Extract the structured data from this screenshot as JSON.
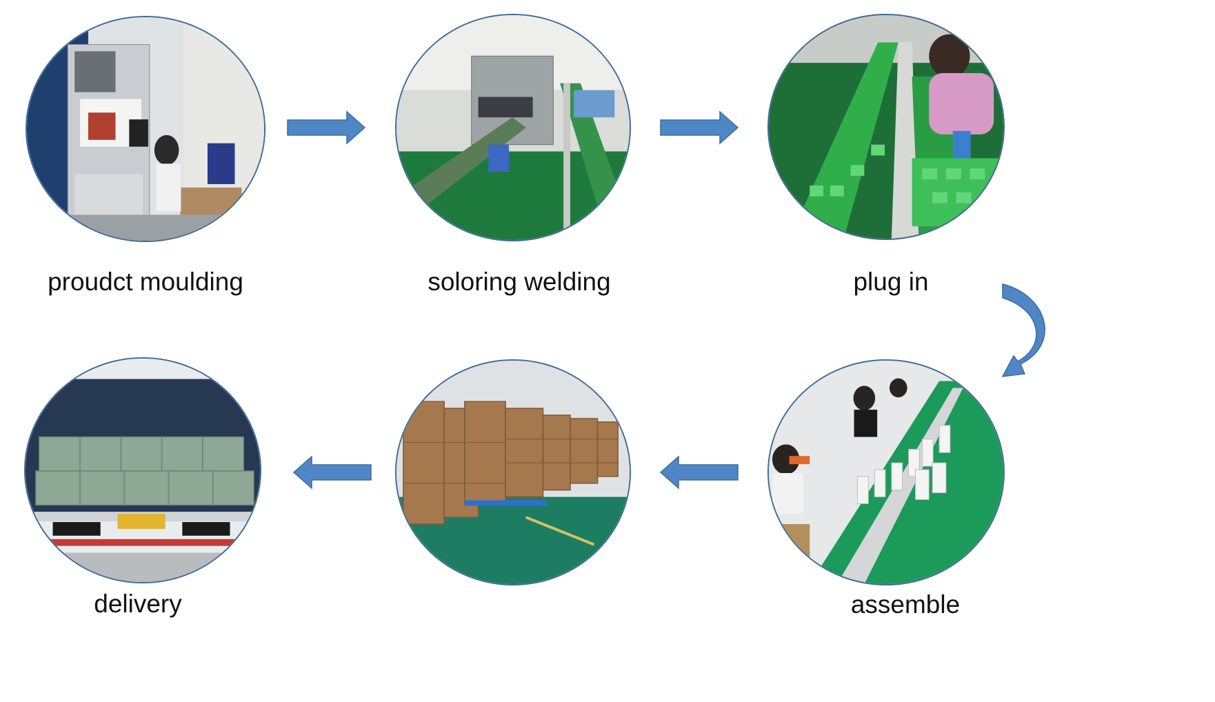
{
  "steps": [
    {
      "label": "proudct moulding",
      "photo_icon": "factory-machine-photo"
    },
    {
      "label": "soloring welding",
      "photo_icon": "soldering-line-photo"
    },
    {
      "label": "plug in",
      "photo_icon": "pcb-assembly-line-photo"
    },
    {
      "label": "assemble",
      "photo_icon": "assembly-workers-photo"
    },
    {
      "label": "",
      "photo_icon": "warehouse-boxes-photo"
    },
    {
      "label": "delivery",
      "photo_icon": "truck-loaded-photo"
    }
  ],
  "colors": {
    "arrow": "#4f86c6",
    "circle_border": "#3f6b97",
    "floor_green": "#1e7a3c",
    "pcb_green": "#2fae4a"
  }
}
